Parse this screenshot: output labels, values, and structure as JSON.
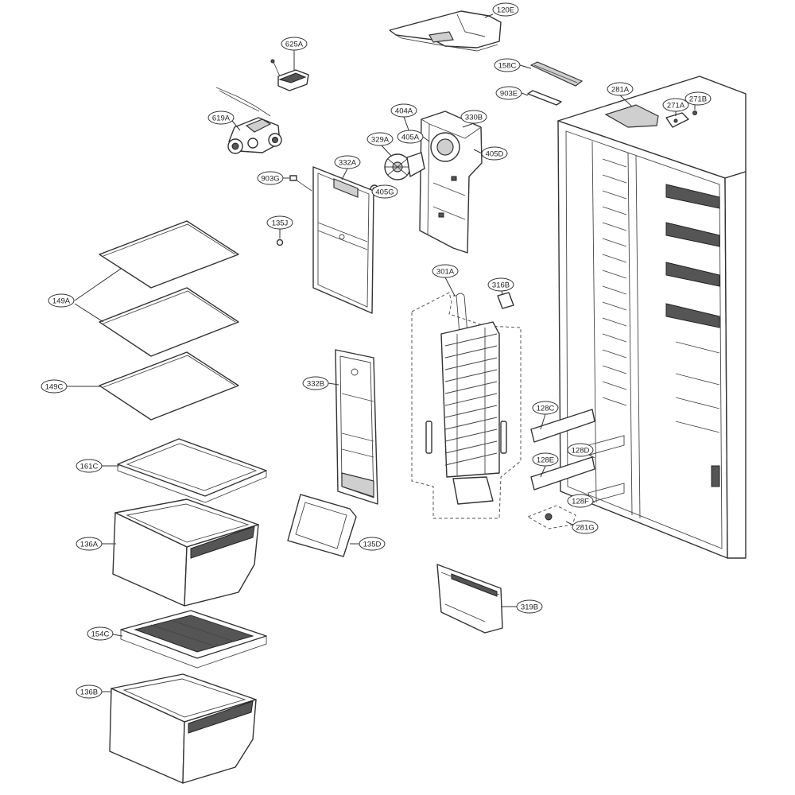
{
  "callouts": [
    {
      "id": "120E",
      "label": "120E"
    },
    {
      "id": "625A",
      "label": "625A"
    },
    {
      "id": "158C",
      "label": "158C"
    },
    {
      "id": "903E",
      "label": "903E"
    },
    {
      "id": "281A",
      "label": "281A"
    },
    {
      "id": "619A",
      "label": "619A"
    },
    {
      "id": "404A",
      "label": "404A"
    },
    {
      "id": "330B",
      "label": "330B"
    },
    {
      "id": "271A",
      "label": "271A"
    },
    {
      "id": "271B",
      "label": "271B"
    },
    {
      "id": "329A",
      "label": "329A"
    },
    {
      "id": "405A",
      "label": "405A"
    },
    {
      "id": "405D",
      "label": "405D"
    },
    {
      "id": "332A",
      "label": "332A"
    },
    {
      "id": "903G",
      "label": "903G"
    },
    {
      "id": "405G",
      "label": "405G"
    },
    {
      "id": "135J",
      "label": "135J"
    },
    {
      "id": "301A",
      "label": "301A"
    },
    {
      "id": "316B",
      "label": "316B"
    },
    {
      "id": "149A",
      "label": "149A"
    },
    {
      "id": "149C",
      "label": "149C"
    },
    {
      "id": "332B",
      "label": "332B"
    },
    {
      "id": "128C",
      "label": "128C"
    },
    {
      "id": "128D",
      "label": "128D"
    },
    {
      "id": "128E",
      "label": "128E"
    },
    {
      "id": "128F",
      "label": "128F"
    },
    {
      "id": "281G",
      "label": "281G"
    },
    {
      "id": "161C",
      "label": "161C"
    },
    {
      "id": "136A",
      "label": "136A"
    },
    {
      "id": "135D",
      "label": "135D"
    },
    {
      "id": "319B",
      "label": "319B"
    },
    {
      "id": "154C",
      "label": "154C"
    },
    {
      "id": "136B",
      "label": "136B"
    }
  ]
}
